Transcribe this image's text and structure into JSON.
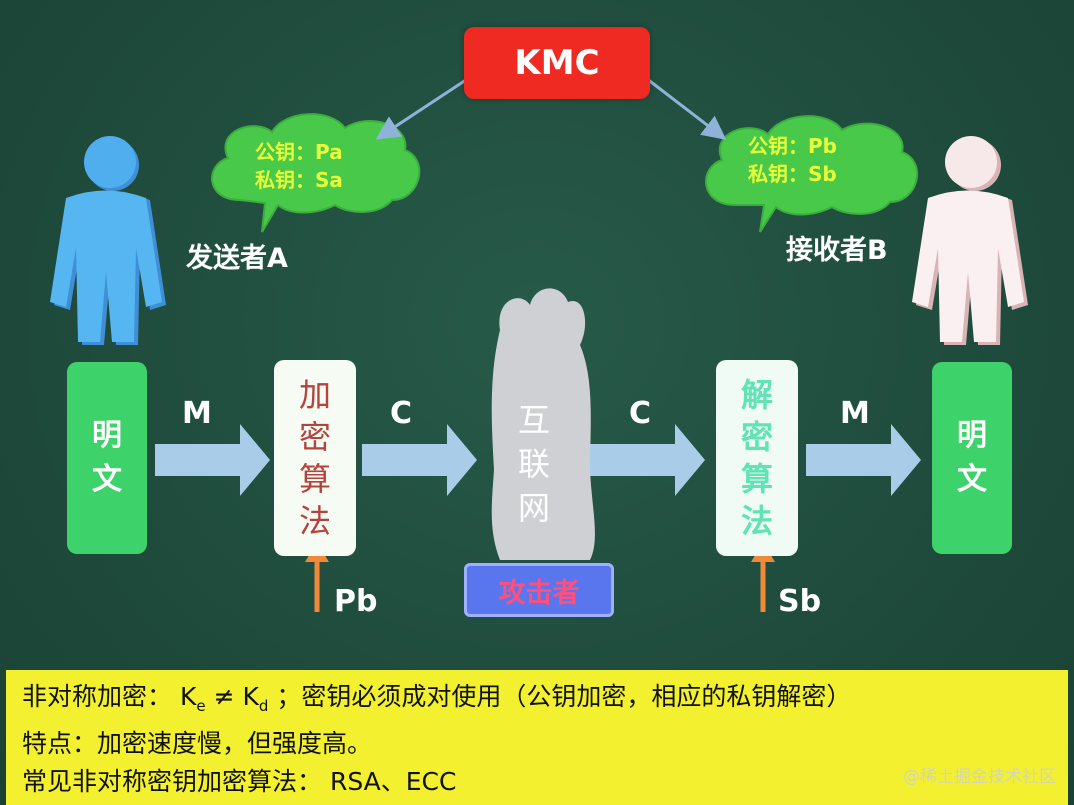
{
  "kmc": {
    "label": "KMC"
  },
  "sender": {
    "label": "发送者A",
    "public_key": "公钥：Pa",
    "private_key": "私钥：Sa"
  },
  "receiver": {
    "label": "接收者B",
    "public_key": "公钥：Pb",
    "private_key": "私钥：Sb"
  },
  "flow": {
    "plaintext_left": [
      "明",
      "文"
    ],
    "plaintext_right": [
      "明",
      "文"
    ],
    "encrypt": [
      "加",
      "密",
      "算",
      "法"
    ],
    "decrypt": [
      "解",
      "密",
      "算",
      "法"
    ],
    "internet": [
      "互",
      "联",
      "网"
    ],
    "attacker": "攻击者",
    "arrow1": "M",
    "arrow2": "C",
    "arrow3": "C",
    "arrow4": "M",
    "enc_key": "Pb",
    "dec_key": "Sb"
  },
  "notes": {
    "line1_prefix": "非对称加密：",
    "ke": "K",
    "ke_sub": "e",
    "neq": " ≠ ",
    "kd": "K",
    "kd_sub": "d",
    "line1_suffix": "；密钥必须成对使用（公钥加密，相应的私钥解密）",
    "line2": "特点：加密速度慢，但强度高。",
    "line3": "常见非对称密钥加密算法： RSA、ECC"
  },
  "watermark": "@稀土掘金技术社区",
  "colors": {
    "board": "#1f4b3c",
    "kmc": "#ee2a22",
    "cloud": "#49c94a",
    "cloud_text": "#e9ff3a",
    "plaintext": "#3dd36a",
    "arrow": "#a9cde8",
    "key_arrow": "#f08a3a",
    "notes": "#f3f12f",
    "attacker": "#5a76ee"
  }
}
